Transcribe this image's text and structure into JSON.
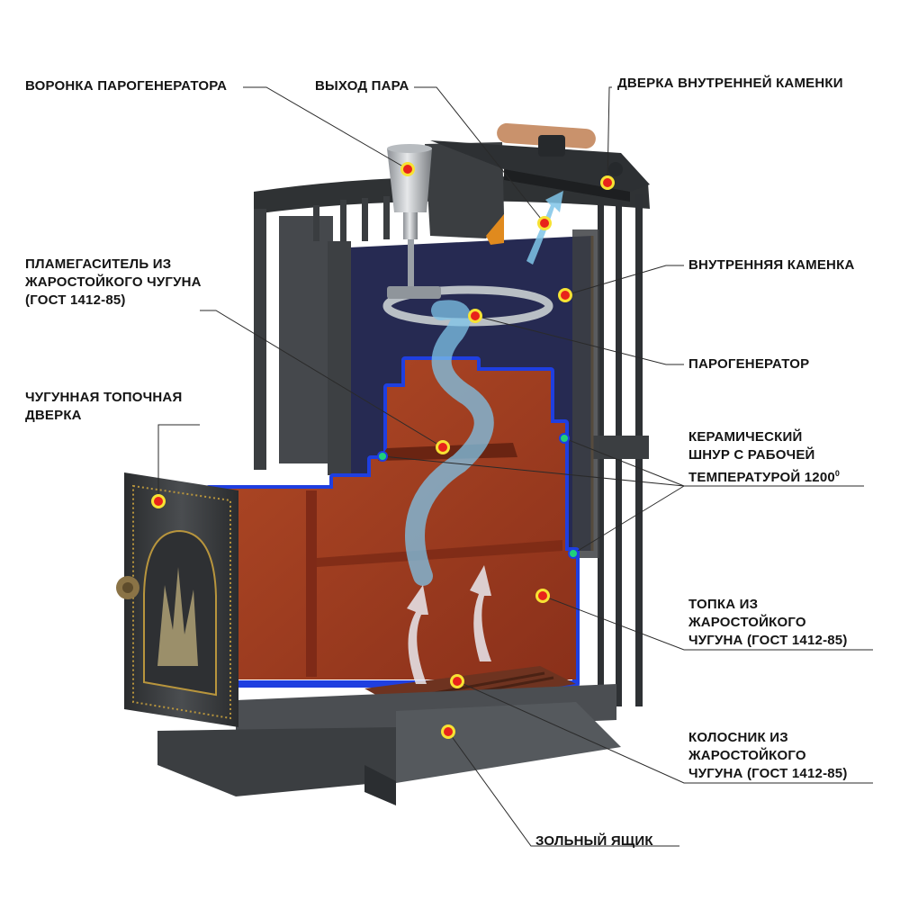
{
  "labels": {
    "funnel": "ВОРОНКА ПАРОГЕНЕРАТОРА",
    "steam_exit": "ВЫХОД ПАРА",
    "inner_heater_door": "ДВЕРКА ВНУТРЕННЕЙ КАМЕНКИ",
    "flame_arrester": "ПЛАМЕГАСИТЕЛЬ ИЗ\nЖАРОСТОЙКОГО ЧУГУНА\n(ГОСТ 1412-85)",
    "inner_heater": "ВНУТРЕННЯЯ КАМЕНКА",
    "steam_generator": "ПАРОГЕНЕРАТОР",
    "firebox_door": "ЧУГУННАЯ ТОПОЧНАЯ\nДВЕРКА",
    "ceramic_cord": "КЕРАМИЧЕСКИЙ\nШНУР С РАБОЧЕЙ\nТЕМПЕРАТУРОЙ 1200",
    "ceramic_cord_sup": "0",
    "firebox": "ТОПКА ИЗ\nЖАРОСТОЙКОГО\nЧУГУНА (ГОСТ 1412-85)",
    "grate": "КОЛОСНИК ИЗ\nЖАРОСТОЙКОГО\nЧУГУНА (ГОСТ 1412-85)",
    "ash_box": "ЗОЛЬНЫЙ ЯЩИК"
  },
  "colors": {
    "metal_dark": "#3a3d40",
    "metal_mid": "#55595d",
    "inner_chamber": "#262a52",
    "orange_edge": "#e08a1e",
    "firebox_fill": "#9b3a20",
    "firebox_light": "#b34a26",
    "blue_seal": "#1f3fe0",
    "marker_red": "#e8231b",
    "marker_yellow": "#f7e233",
    "cord_green": "#1fd07a",
    "steam": "#7fc4e8",
    "heat": "#e9e9ee",
    "leader": "#2a2a2a"
  }
}
